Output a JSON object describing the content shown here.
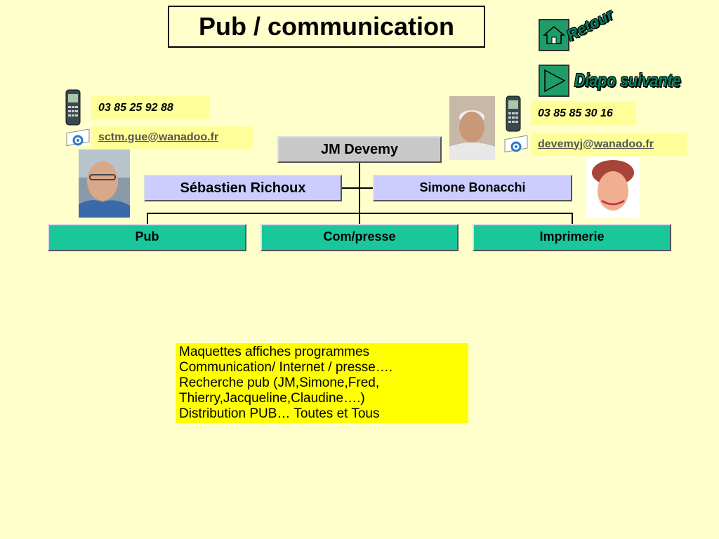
{
  "title": "Pub / communication",
  "nav": {
    "retour_label": "Retour",
    "next_label": "Diapo suivante",
    "home_icon": "home-icon",
    "next_icon": "play-arrow-icon"
  },
  "contacts": {
    "left": {
      "phone": "03 85 25 92 88",
      "email": "sctm.gue@wanadoo.fr"
    },
    "right": {
      "phone": "03 85 85 30 16",
      "email": "devemyj@wanadoo.fr"
    }
  },
  "org": {
    "head": "JM Devemy",
    "left_deputy": "Sébastien Richoux",
    "right_deputy": "Simone Bonacchi",
    "departments": [
      "Pub",
      "Com/presse",
      "Imprimerie"
    ]
  },
  "tasks": [
    "Maquettes affiches programmes",
    "Communication/ Internet / presse….",
    "Recherche pub (JM,Simone,Fred,",
    "Thierry,Jacqueline,Claudine….)",
    "Distribution PUB… Toutes et Tous"
  ],
  "colors": {
    "background": "#ffffcc",
    "nav_green": "#1f9c6a",
    "department_teal": "#19c79a",
    "head_gray": "#c8c8c8",
    "deputy_lavender": "#ccccff",
    "contact_yellow": "#ffff99",
    "tasks_yellow": "#ffff00"
  }
}
